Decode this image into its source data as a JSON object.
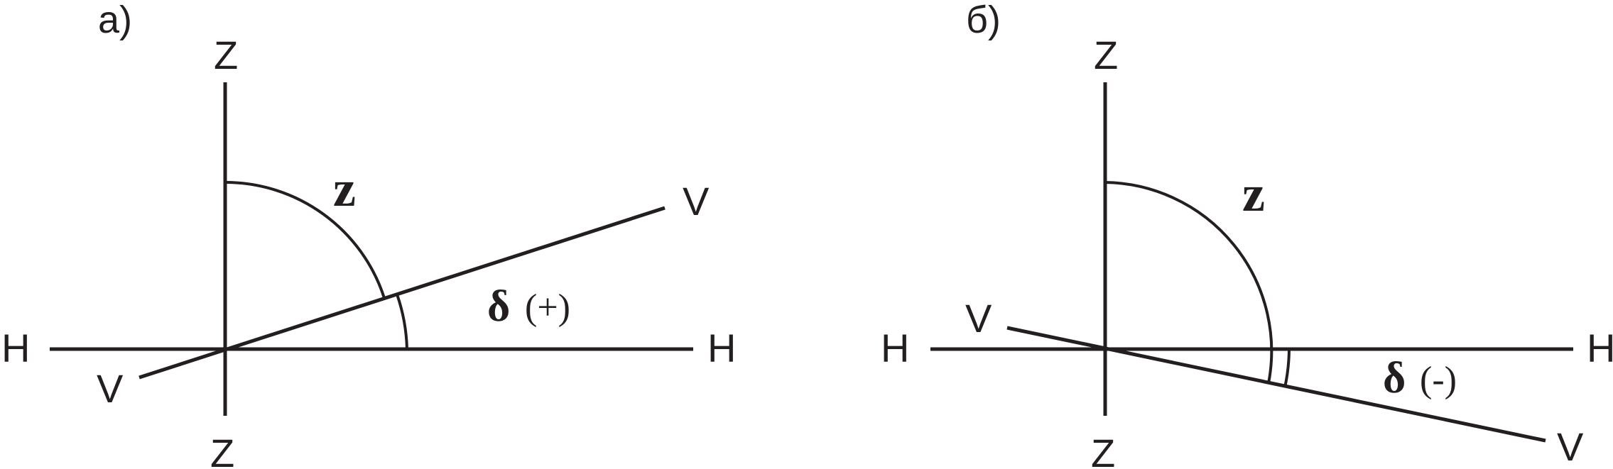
{
  "panel_a": {
    "label": "а)",
    "zenith_top": "Z",
    "zenith_bottom": "Z",
    "horizon_left": "H",
    "horizon_right": "H",
    "star_line_upper": "V",
    "star_line_lower": "V",
    "zenith_angle": "z",
    "declination": "δ",
    "sign": "(+)"
  },
  "panel_b": {
    "label": "б)",
    "zenith_top": "Z",
    "zenith_bottom": "Z",
    "horizon_left": "H",
    "horizon_right": "H",
    "star_line_upper": "V",
    "star_line_lower": "V",
    "zenith_angle": "z",
    "declination": "δ",
    "sign": "(-)"
  }
}
